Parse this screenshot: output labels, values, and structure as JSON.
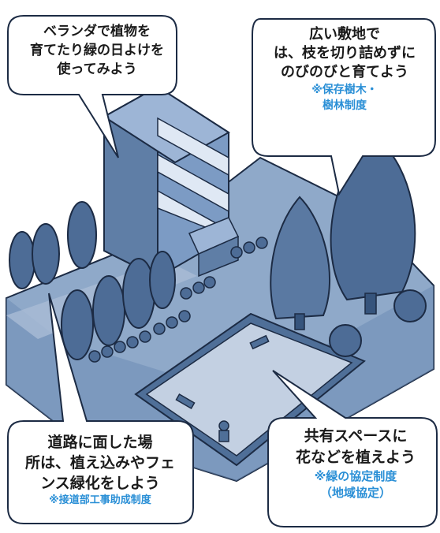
{
  "bubbles": {
    "veranda": {
      "lines": [
        "ベランダで植物を",
        "育てたり緑の日よけを",
        "使ってみよう"
      ]
    },
    "trees": {
      "lines": [
        "広い敷地で",
        "は、枝を切り詰めずに",
        "のびのびと育てよう"
      ],
      "notes": [
        "※保存樹木・",
        "樹林制度"
      ]
    },
    "road": {
      "lines": [
        "道路に面した場",
        "所は、植え込みやフェ",
        "ンス緑化をしよう"
      ],
      "notes": [
        "※接道部工事助成制度"
      ]
    },
    "shared": {
      "lines": [
        "共有スペースに",
        "花などを植えよう"
      ],
      "notes": [
        "※緑の協定制度",
        "（地域協定）"
      ]
    }
  },
  "colors": {
    "ground": "#8fa9c9",
    "ground_dark": "#5f7ea6",
    "building": "#7c9bc4",
    "building_dark": "#4f6f98",
    "tree": "#4d6c96",
    "tree_dark": "#36547c",
    "plaza": "#c3d0e2",
    "outline": "#1c2b44",
    "note": "#2a8fd6"
  }
}
